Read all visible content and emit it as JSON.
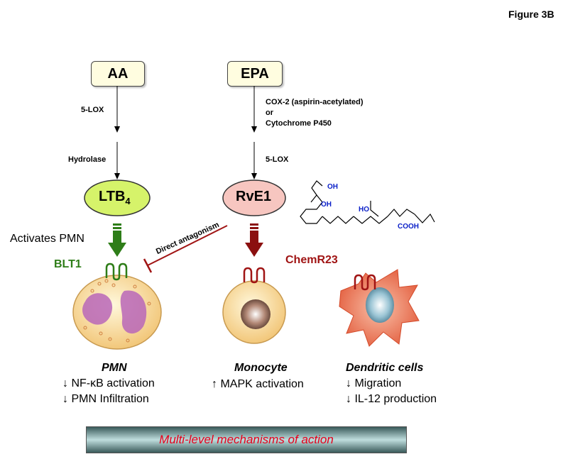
{
  "figure_label": "Figure 3B",
  "precursors": {
    "aa": "AA",
    "epa": "EPA"
  },
  "left_path": {
    "enzyme1": "5-LOX",
    "enzyme2": "Hydrolase"
  },
  "right_path": {
    "enzyme1_line1": "COX-2 (aspirin-acetylated)",
    "enzyme1_line2": "or",
    "enzyme1_line3": "Cytochrome P450",
    "enzyme2": "5-LOX"
  },
  "mediators": {
    "ltb4_main": "LTB",
    "ltb4_sub": "4",
    "rve1": "RvE1"
  },
  "labels": {
    "activates_pmn": "Activates PMN",
    "blt1": "BLT1",
    "chemr23": "ChemR23",
    "direct_antagonism": "Direct antagonism"
  },
  "structure_labels": {
    "oh1": "OH",
    "oh2": "OH",
    "ho": "HO",
    "cooh": "COOH"
  },
  "cells": {
    "pmn": {
      "name": "PMN",
      "effects": [
        "↓ NF-κB activation",
        "↓ PMN Infiltration"
      ]
    },
    "monocyte": {
      "name": "Monocyte",
      "effects": [
        "↑ MAPK activation"
      ]
    },
    "dendritic": {
      "name": "Dendritic cells",
      "effects": [
        "↓ Migration",
        "↓ IL-12 production"
      ]
    }
  },
  "footer": "Multi-level mechanisms of action",
  "colors": {
    "green_label": "#2e7d18",
    "red_label": "#a01414",
    "ltb4_fill": "#d6f36a",
    "rve1_fill": "#f7c6c0",
    "footer_text": "#e8001c",
    "hydroxyl_blue": "#0a1fc8"
  }
}
